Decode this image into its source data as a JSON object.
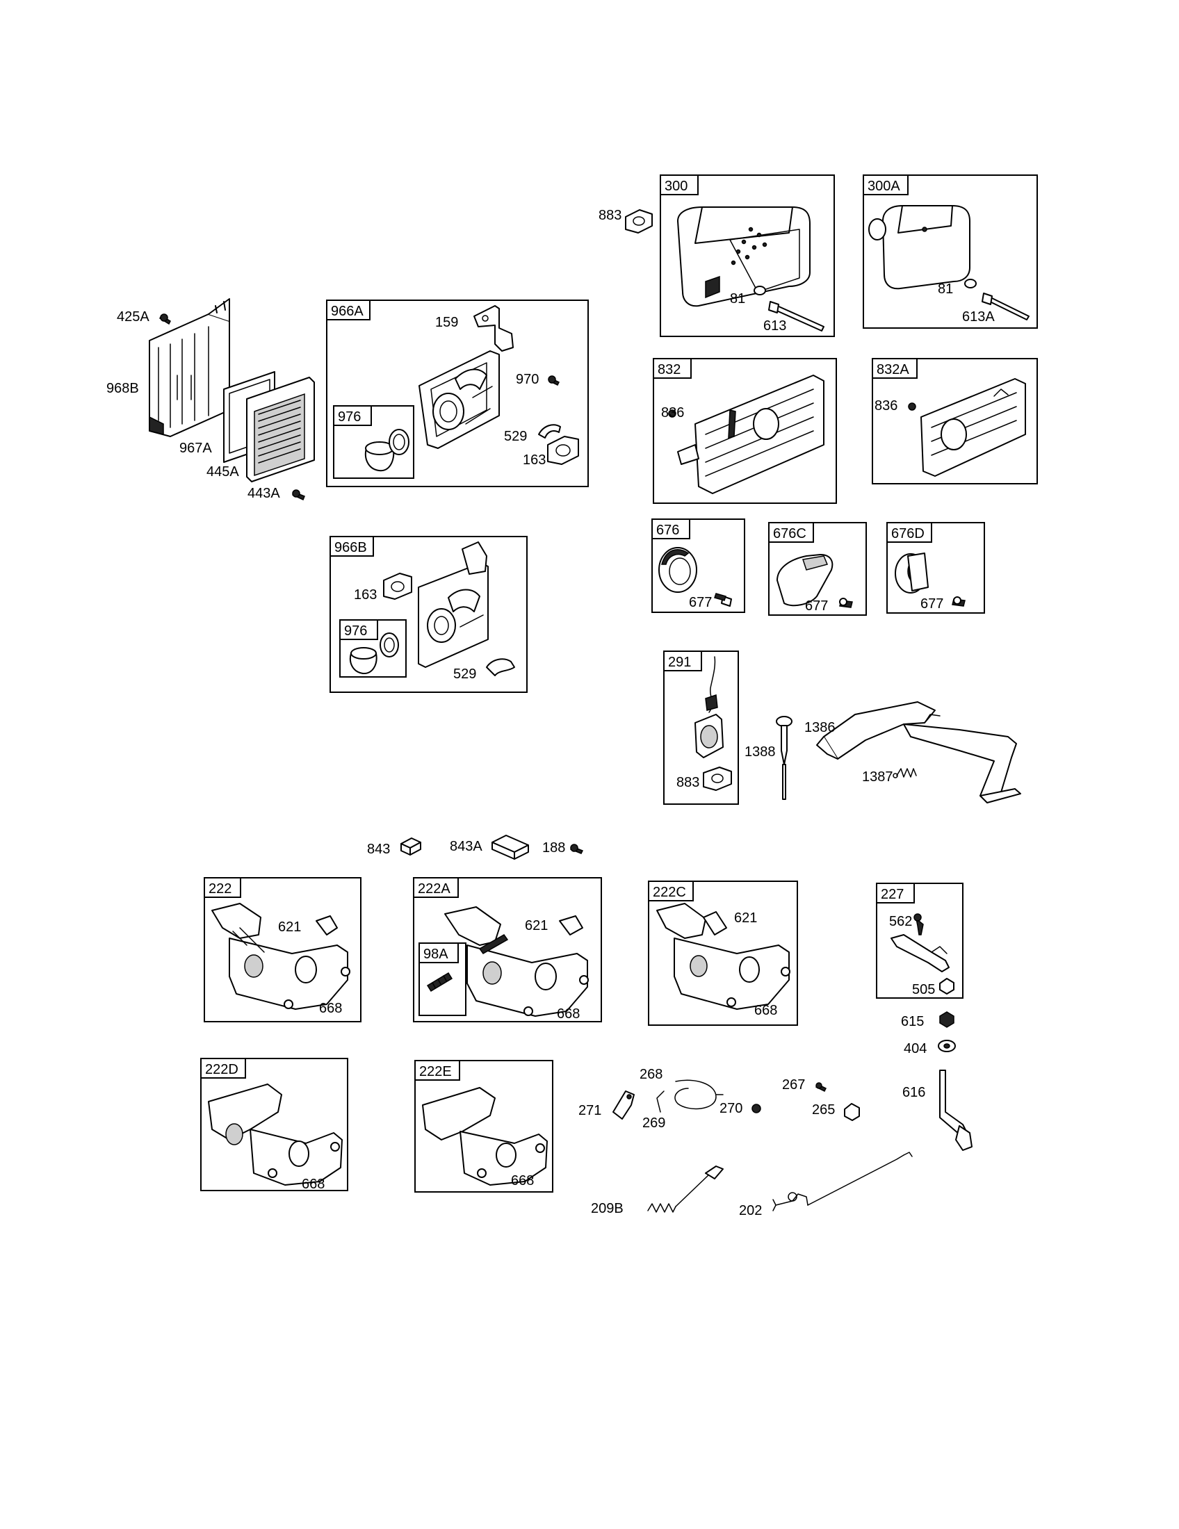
{
  "boxes": [
    {
      "id": "966A"
    },
    {
      "id": "976a",
      "label": "976"
    },
    {
      "id": "966B"
    },
    {
      "id": "976b",
      "label": "976"
    },
    {
      "id": "300"
    },
    {
      "id": "300A"
    },
    {
      "id": "832"
    },
    {
      "id": "832A"
    },
    {
      "id": "676"
    },
    {
      "id": "676C"
    },
    {
      "id": "676D"
    },
    {
      "id": "291"
    },
    {
      "id": "222"
    },
    {
      "id": "222A"
    },
    {
      "id": "98A"
    },
    {
      "id": "222C"
    },
    {
      "id": "227"
    },
    {
      "id": "222D"
    },
    {
      "id": "222E"
    }
  ],
  "callouts": [
    "425A",
    "968B",
    "967A",
    "445A",
    "443A",
    "159",
    "970",
    "529",
    "163",
    "163",
    "529",
    "883",
    "81",
    "613",
    "81",
    "613A",
    "836",
    "836",
    "677",
    "677",
    "677",
    "883",
    "1388",
    "1386",
    "1387",
    "843",
    "843A",
    "188",
    "621",
    "668",
    "621",
    "668",
    "621",
    "668",
    "562",
    "505",
    "615",
    "404",
    "616",
    "668",
    "668",
    "268",
    "271",
    "269",
    "270",
    "267",
    "265",
    "209B",
    "202"
  ]
}
